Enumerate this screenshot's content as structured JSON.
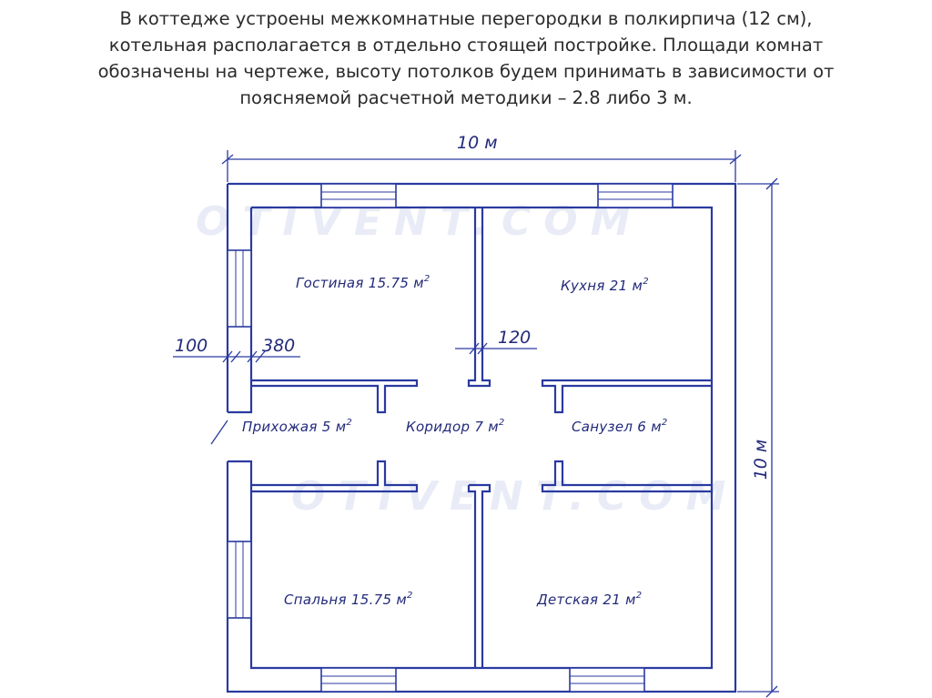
{
  "title_lines": [
    "В коттедже устроены межкомнатные перегородки в полкирпича (12 см),",
    "котельная располагается в отдельно стоящей постройке. Площади комнат",
    "обозначены на чертеже, высоту потолков будем принимать в зависимости от",
    "поясняемой расчетной методики – 2.8 либо 3 м."
  ],
  "watermark": "OTIVENT.COM",
  "dimensions": {
    "width": "10 м",
    "height": "10 м",
    "outer_wall": "100",
    "wall_380": "380",
    "partition": "120"
  },
  "rooms": {
    "living": {
      "name": "Гостиная 15.75 м",
      "sup": "2"
    },
    "kitchen": {
      "name": "Кухня 21 м",
      "sup": "2"
    },
    "hall": {
      "name": "Прихожая 5 м",
      "sup": "2"
    },
    "corridor": {
      "name": "Коридор 7 м",
      "sup": "2"
    },
    "bathroom": {
      "name": "Санузел 6 м",
      "sup": "2"
    },
    "bedroom": {
      "name": "Спальня 15.75 м",
      "sup": "2"
    },
    "nursery": {
      "name": "Детская 21 м",
      "sup": "2"
    }
  },
  "colors": {
    "line": "#2a3aa0",
    "text": "#222a7a",
    "watermark": "#d8def0"
  }
}
